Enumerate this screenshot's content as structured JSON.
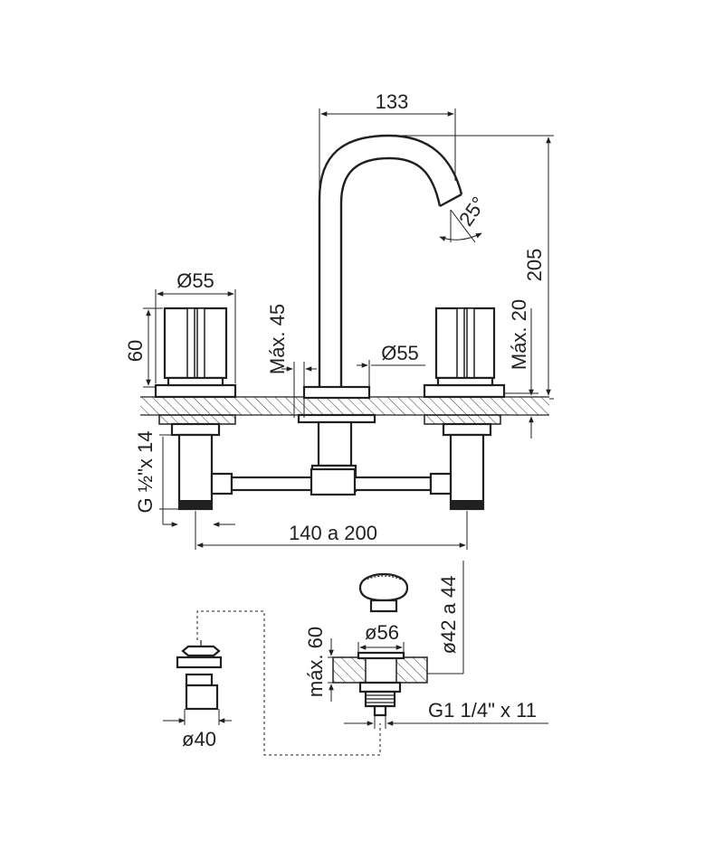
{
  "dimensions": {
    "spout_reach": "133",
    "total_height": "205",
    "spout_angle": "25°",
    "handle_diameter": "Ø55",
    "handle_height": "60",
    "max_deck_thickness_spout": "Máx. 45",
    "spout_base_diameter": "Ø55",
    "max_deck_thickness_handles": "Máx. 20",
    "thread_size": "G ½\"x 14",
    "center_spread": "140 a 200",
    "drain_range": "ø42 a 44",
    "drain_flange_diameter": "ø56",
    "drain_max_thickness": "máx. 60",
    "drain_thread": "G1 1/4\" x 11",
    "lift_rod_diameter": "ø40"
  }
}
